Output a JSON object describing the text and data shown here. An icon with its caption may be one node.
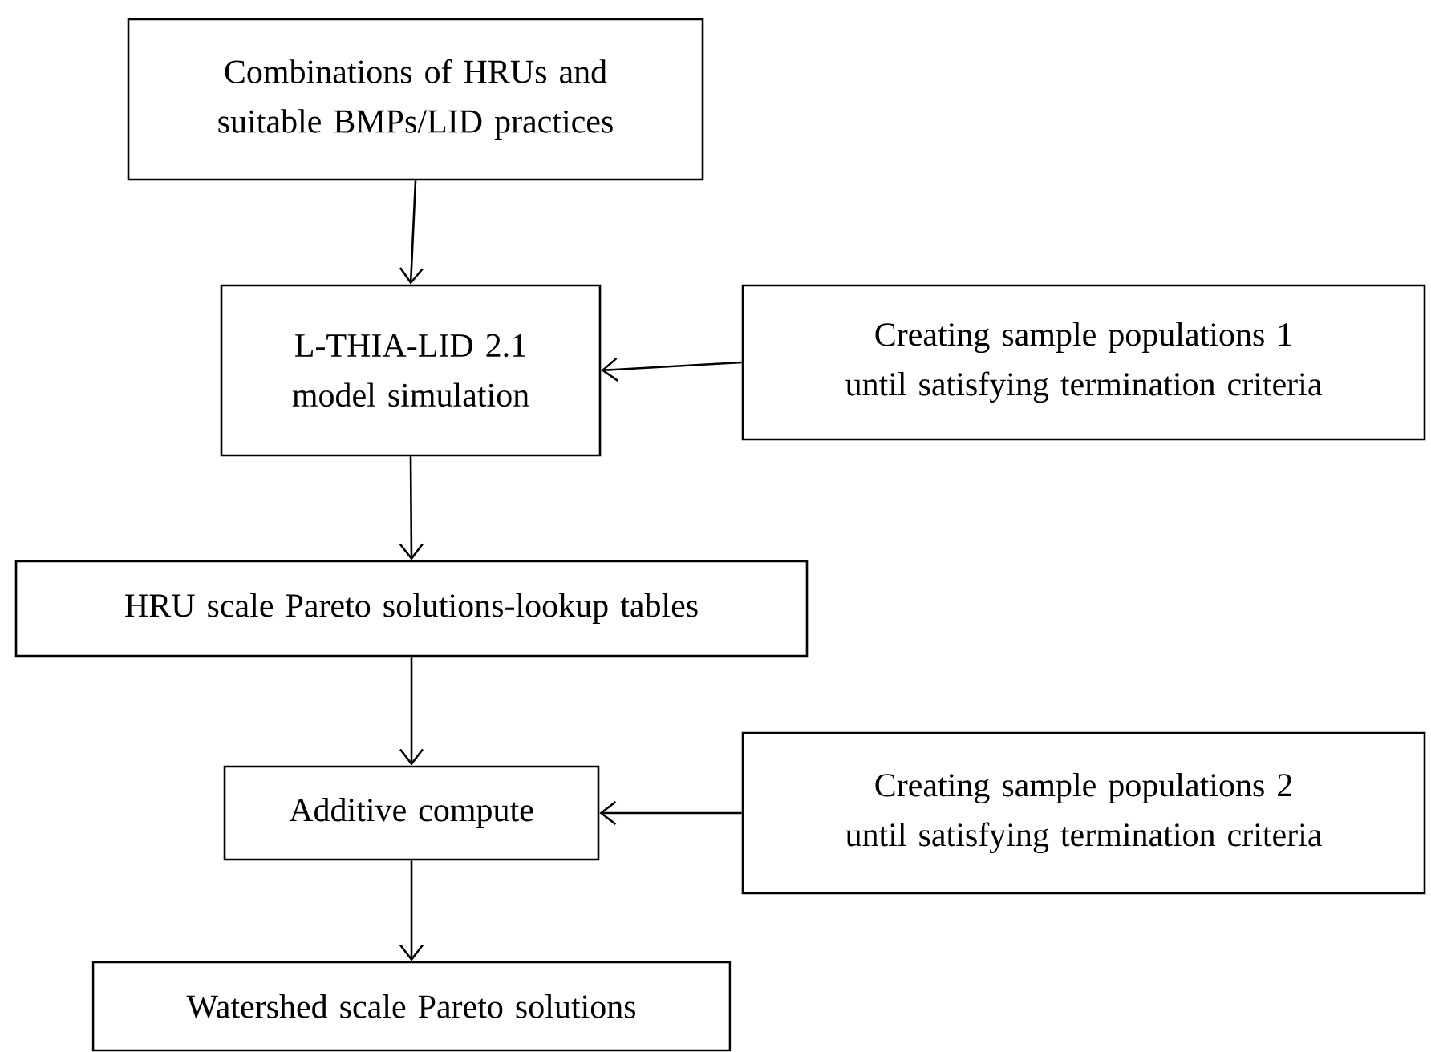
{
  "diagram": {
    "nodes": [
      {
        "text": [
          "Combinations of HRUs and suitable BMPs/LID practices"
        ]
      },
      {
        "text": [
          "L-THIA-LID 2.1 model simulation"
        ]
      },
      {
        "text": [
          "Creating sample populations 1 until satisfying termination criteria"
        ]
      },
      {
        "text": [
          "HRU scale Pareto solutions-lookup tables"
        ]
      },
      {
        "text": [
          "Additive compute"
        ]
      },
      {
        "text": [
          "Creating sample populations 2 until satisfying termination criteria"
        ]
      },
      {
        "text": [
          "Watershed scale Pareto solutions"
        ]
      }
    ],
    "edges": [
      {
        "from": 0,
        "to": 1,
        "arrow": "to"
      },
      {
        "from": 2,
        "to": 1,
        "arrow": "to"
      },
      {
        "from": 1,
        "to": 3,
        "arrow": "to"
      },
      {
        "from": 3,
        "to": 4,
        "arrow": "to"
      },
      {
        "from": 5,
        "to": 4,
        "arrow": "to"
      },
      {
        "from": 4,
        "to": 6,
        "arrow": "to"
      }
    ]
  }
}
